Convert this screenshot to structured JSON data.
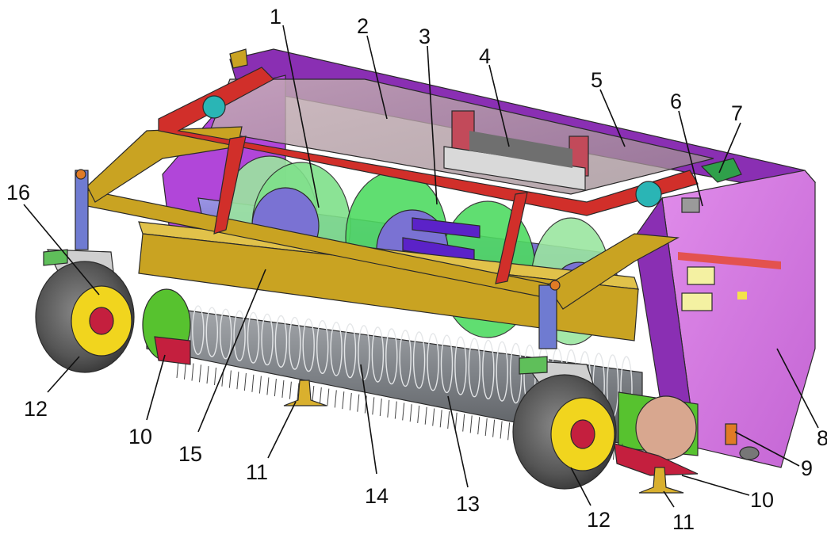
{
  "diagram": {
    "colors": {
      "frame_red": "#d12f2a",
      "beam_yellow": "#c9a322",
      "beam_yellow_light": "#e1c24a",
      "housing_purple": "#b146d9",
      "housing_purple_dark": "#8a2fb3",
      "side_panel_pink": "#d874e3",
      "cover_tint": "#b9a3a8",
      "rotor_blue": "#6b63c4",
      "disc_green": "#4fdb62",
      "drum_green": "#57c22f",
      "tine_grey": "#8a8f96",
      "tire_grey": "#5a5a5a",
      "hub_yellow": "#f1d51e",
      "skid_red": "#c41f3e",
      "bronze": "#c5834e",
      "cyan_hub": "#2ab5b5"
    },
    "callouts": [
      {
        "id": "1",
        "label": "1"
      },
      {
        "id": "2",
        "label": "2"
      },
      {
        "id": "3",
        "label": "3"
      },
      {
        "id": "4",
        "label": "4"
      },
      {
        "id": "5",
        "label": "5"
      },
      {
        "id": "6",
        "label": "6"
      },
      {
        "id": "7",
        "label": "7"
      },
      {
        "id": "8",
        "label": "8"
      },
      {
        "id": "9",
        "label": "9"
      },
      {
        "id": "10a",
        "label": "10"
      },
      {
        "id": "10b",
        "label": "10"
      },
      {
        "id": "11a",
        "label": "11"
      },
      {
        "id": "11b",
        "label": "11"
      },
      {
        "id": "12a",
        "label": "12"
      },
      {
        "id": "12b",
        "label": "12"
      },
      {
        "id": "13",
        "label": "13"
      },
      {
        "id": "14",
        "label": "14"
      },
      {
        "id": "15",
        "label": "15"
      },
      {
        "id": "16",
        "label": "16"
      }
    ]
  }
}
